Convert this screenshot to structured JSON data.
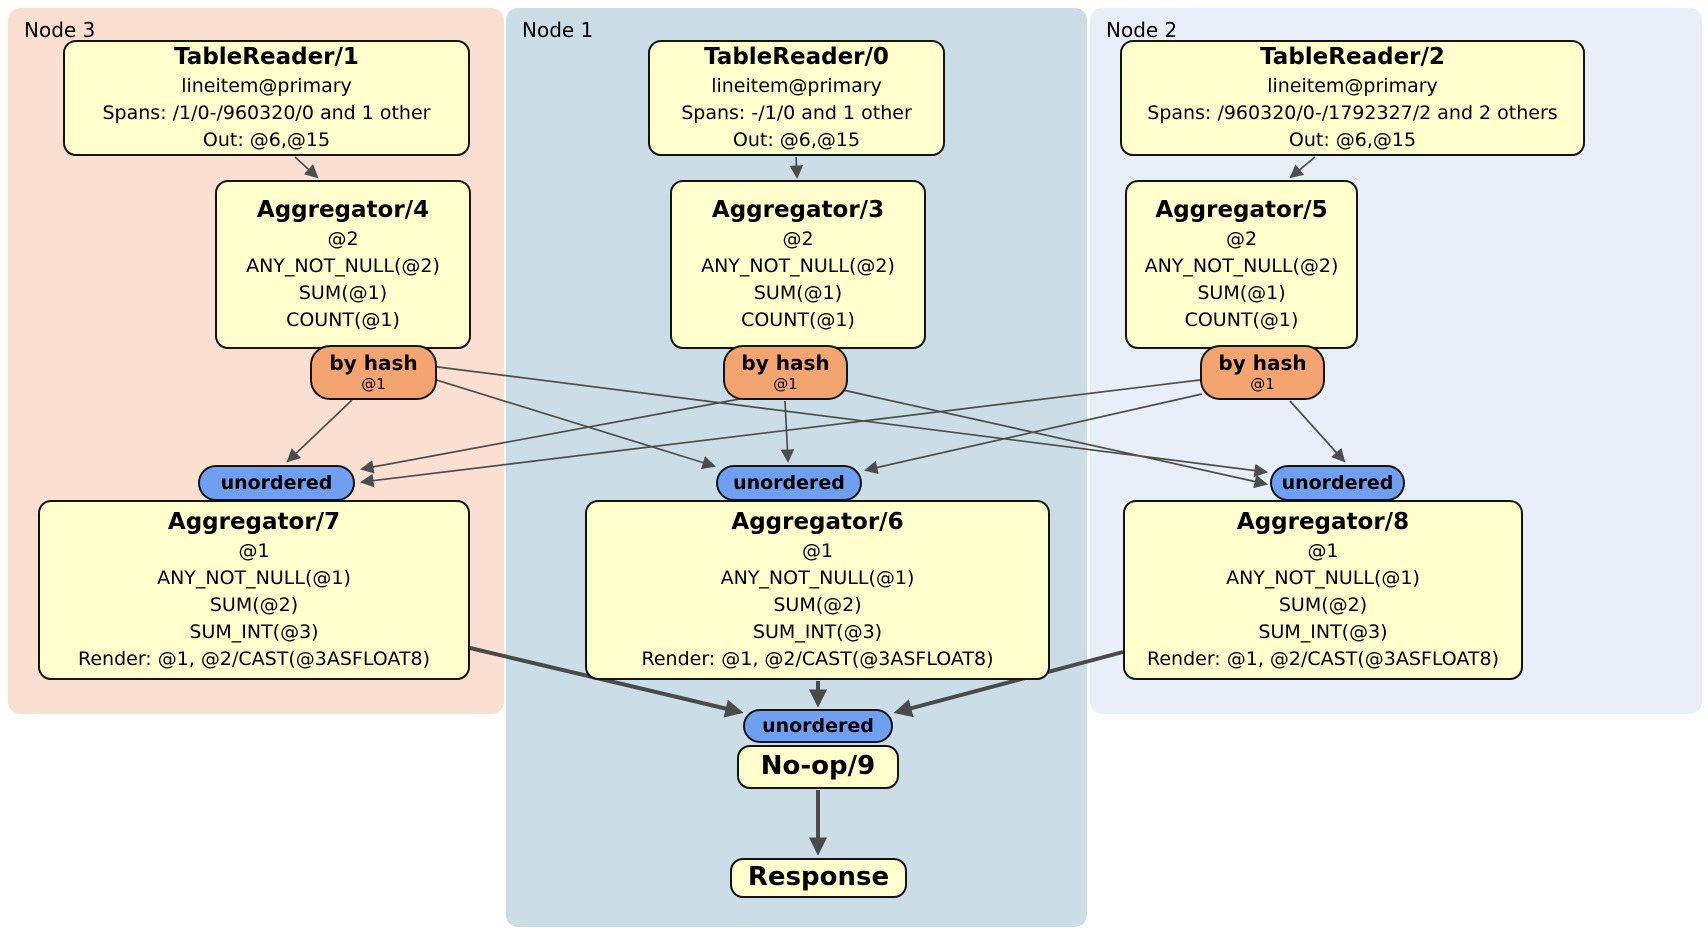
{
  "colors": {
    "processor_fill": "#FFFFCE",
    "router_fill": "#F3A470",
    "sync_fill": "#6F9FF0",
    "node3_bg": "#FBDFD0",
    "node1_bg": "#CBDDE6",
    "node2_bg": "#E9EFF9",
    "edge": "#4D4D4D"
  },
  "node3": {
    "label": "Node 3",
    "tablereader": {
      "title": "TableReader/1",
      "index": "lineitem@primary",
      "spans": "Spans: /1/0-/960320/0 and 1 other",
      "out": "Out: @6,@15"
    },
    "aggregator_top": {
      "title": "Aggregator/4",
      "group": "@2",
      "agg1": "ANY_NOT_NULL(@2)",
      "agg2": "SUM(@1)",
      "agg3": "COUNT(@1)"
    },
    "router": {
      "label": "by hash",
      "key": "@1"
    },
    "sync": {
      "label": "unordered"
    },
    "aggregator_bottom": {
      "title": "Aggregator/7",
      "group": "@1",
      "agg1": "ANY_NOT_NULL(@1)",
      "agg2": "SUM(@2)",
      "agg3": "SUM_INT(@3)",
      "render": "Render: @1, @2/CAST(@3ASFLOAT8)"
    }
  },
  "node1": {
    "label": "Node 1",
    "tablereader": {
      "title": "TableReader/0",
      "index": "lineitem@primary",
      "spans": "Spans: -/1/0 and 1 other",
      "out": "Out: @6,@15"
    },
    "aggregator_top": {
      "title": "Aggregator/3",
      "group": "@2",
      "agg1": "ANY_NOT_NULL(@2)",
      "agg2": "SUM(@1)",
      "agg3": "COUNT(@1)"
    },
    "router": {
      "label": "by hash",
      "key": "@1"
    },
    "sync": {
      "label": "unordered"
    },
    "aggregator_bottom": {
      "title": "Aggregator/6",
      "group": "@1",
      "agg1": "ANY_NOT_NULL(@1)",
      "agg2": "SUM(@2)",
      "agg3": "SUM_INT(@3)",
      "render": "Render: @1, @2/CAST(@3ASFLOAT8)"
    },
    "final_sync": {
      "label": "unordered"
    },
    "noop": {
      "title": "No-op/9"
    },
    "response": {
      "title": "Response"
    }
  },
  "node2": {
    "label": "Node 2",
    "tablereader": {
      "title": "TableReader/2",
      "index": "lineitem@primary",
      "spans": "Spans: /960320/0-/1792327/2 and 2 others",
      "out": "Out: @6,@15"
    },
    "aggregator_top": {
      "title": "Aggregator/5",
      "group": "@2",
      "agg1": "ANY_NOT_NULL(@2)",
      "agg2": "SUM(@1)",
      "agg3": "COUNT(@1)"
    },
    "router": {
      "label": "by hash",
      "key": "@1"
    },
    "sync": {
      "label": "unordered"
    },
    "aggregator_bottom": {
      "title": "Aggregator/8",
      "group": "@1",
      "agg1": "ANY_NOT_NULL(@1)",
      "agg2": "SUM(@2)",
      "agg3": "SUM_INT(@3)",
      "render": "Render: @1, @2/CAST(@3ASFLOAT8)"
    }
  }
}
